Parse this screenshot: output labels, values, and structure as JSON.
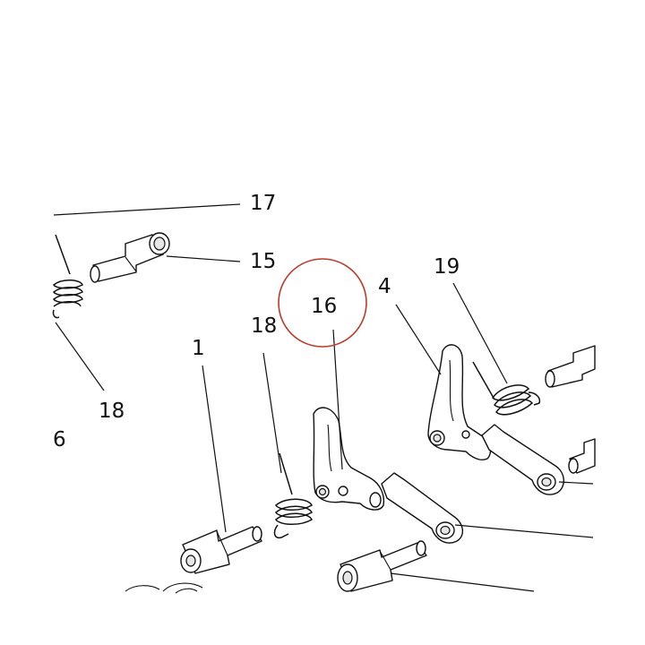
{
  "callouts": {
    "c17": "17",
    "c15": "15",
    "c16": "16",
    "c4": "4",
    "c19": "19",
    "c18_top": "18",
    "c18_left": "18",
    "c1": "1",
    "c6": "6"
  },
  "highlight_color": "#c0392b"
}
